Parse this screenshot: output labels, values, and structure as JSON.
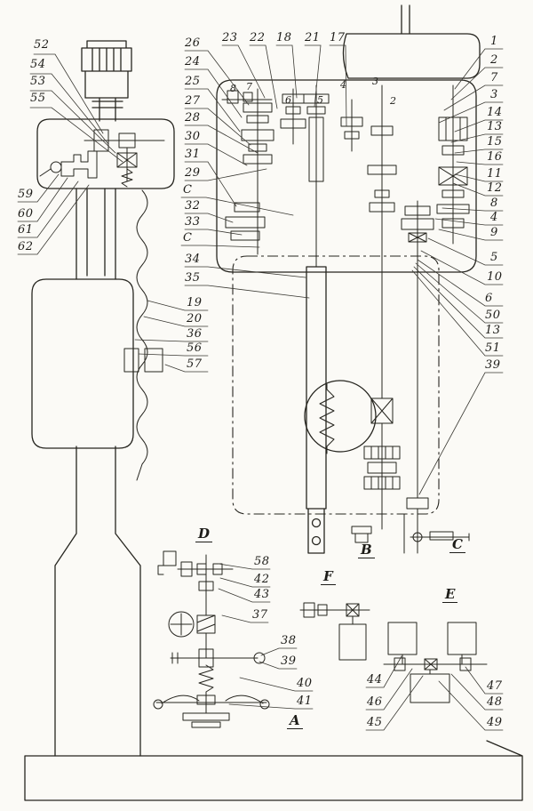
{
  "drawing": {
    "kind": "kinematic scheme of vertical drilling machine",
    "line_color": "#26251f",
    "paper_color": "#fbfaf6"
  },
  "callouts": {
    "head": [
      "52",
      "54",
      "53",
      "55"
    ],
    "clamp": [
      "59",
      "60",
      "61",
      "62"
    ],
    "gearbox_left": [
      "26",
      "24",
      "25",
      "27",
      "28",
      "30",
      "31",
      "29",
      "C",
      "32",
      "33",
      "C",
      "34",
      "35",
      "19",
      "20",
      "36",
      "56",
      "57"
    ],
    "top": [
      "23",
      "22",
      "18",
      "21",
      "17"
    ],
    "right": [
      "1",
      "2",
      "7",
      "3",
      "14",
      "13",
      "15",
      "16",
      "11",
      "12",
      "8",
      "4",
      "9",
      "5",
      "10",
      "6",
      "50",
      "13",
      "51",
      "39"
    ],
    "shaft_numbers": [
      "8",
      "7",
      "6",
      "5",
      "4",
      "3",
      "2"
    ],
    "detail_d": [
      "58",
      "42",
      "43",
      "37",
      "38",
      "39",
      "40",
      "41"
    ],
    "detail_e_left": [
      "44",
      "46",
      "45"
    ],
    "detail_e_right": [
      "47",
      "48",
      "49"
    ],
    "sections": [
      "D",
      "A",
      "F",
      "E",
      "B",
      "C"
    ]
  }
}
